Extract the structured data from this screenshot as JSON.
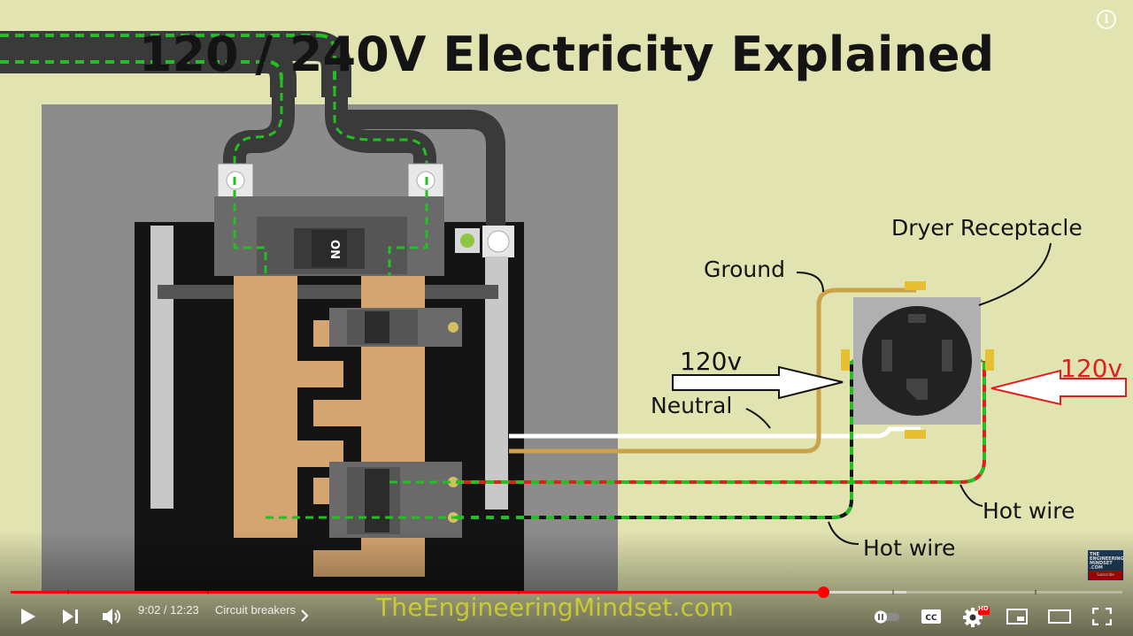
{
  "video": {
    "title_overlay": "120 / 240V Electricity Explained",
    "diagram_labels": {
      "dryer_receptacle": "Dryer Receptacle",
      "ground": "Ground",
      "neutral": "Neutral",
      "voltage_left": "120v",
      "voltage_right": "120v",
      "hot_wire_right": "Hot wire",
      "hot_wire_bottom": "Hot wire",
      "breaker_on": "ON"
    },
    "watermark": "TheEngineeringMindset.com",
    "brand_badge": {
      "name": "THE ENGINEERING MINDSET .COM",
      "subscribe": "Subscribe"
    },
    "colors": {
      "background": "#e1e3b0",
      "wire_dash": "#22c022",
      "arrow_red": "#e02020",
      "progress_red": "#ff0000",
      "copper": "#d4a570",
      "panel_gray": "#8c8c8c"
    }
  },
  "player": {
    "current_time": "9:02",
    "duration": "12:23",
    "time_display": "9:02 / 12:23",
    "chapter_title": "Circuit breakers",
    "progress_played_fraction": 0.731,
    "progress_buffered_fraction": 0.806,
    "settings_badge": "HD",
    "icons": [
      "play-icon",
      "next-icon",
      "volume-icon",
      "autoplay-toggle-icon",
      "captions-icon",
      "settings-icon",
      "miniplayer-icon",
      "theater-icon",
      "fullscreen-icon",
      "info-icon"
    ]
  }
}
